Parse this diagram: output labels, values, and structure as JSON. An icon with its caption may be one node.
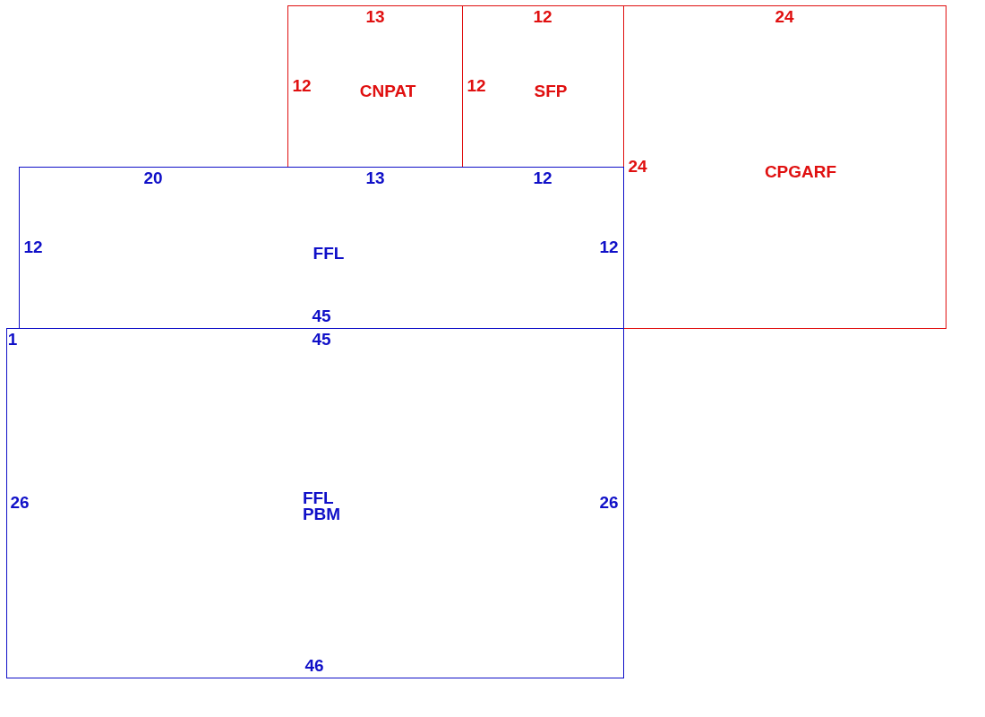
{
  "diagram": {
    "nodes": [
      {
        "text": [
          "CNPAT"
        ]
      },
      {
        "text": [
          "SFP"
        ]
      },
      {
        "text": [
          "CPGARF"
        ]
      },
      {
        "text": [
          "FFL"
        ]
      },
      {
        "text": [
          "FFL PBM"
        ]
      }
    ],
    "labels": [
      "13",
      "12",
      "24",
      "12",
      "12",
      "24",
      "20",
      "13",
      "12",
      "12",
      "12",
      "45",
      "1",
      "45",
      "26",
      "26",
      "46"
    ]
  }
}
